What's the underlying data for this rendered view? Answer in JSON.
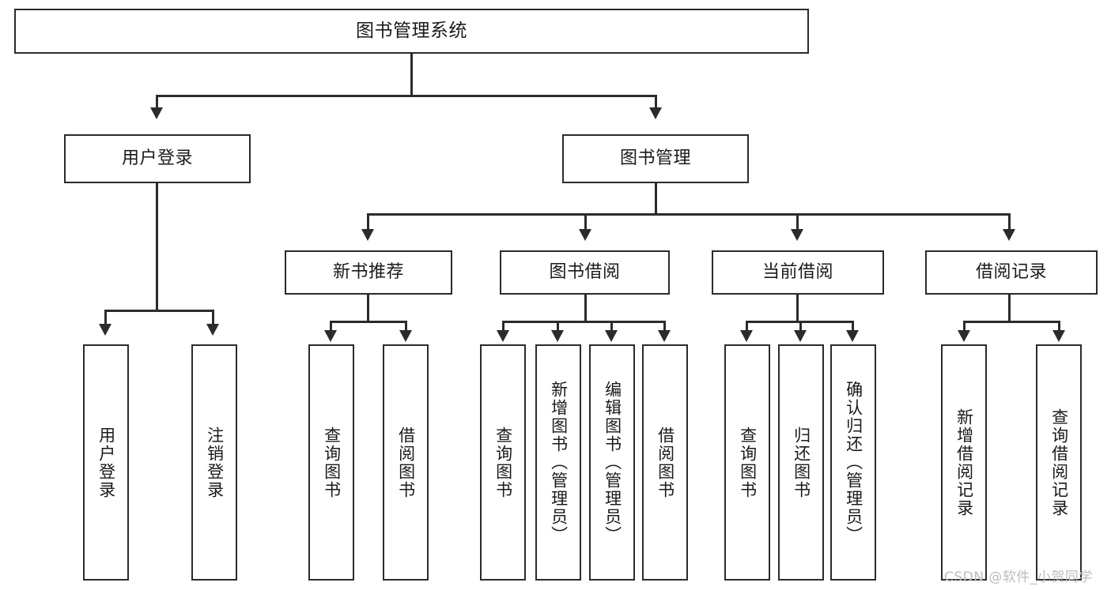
{
  "diagram": {
    "title": "图书管理系统",
    "type": "hierarchy-tree",
    "watermark": "CSDN @软件_小贺同学",
    "accent_color": "#2b2b2b",
    "background_color": "#ffffff",
    "root": {
      "label": "图书管理系统"
    },
    "level2": [
      {
        "label": "用户登录"
      },
      {
        "label": "图书管理"
      }
    ],
    "level3": [
      {
        "label": "新书推荐"
      },
      {
        "label": "图书借阅"
      },
      {
        "label": "当前借阅"
      },
      {
        "label": "借阅记录"
      }
    ],
    "leaves": {
      "user_login": [
        {
          "label": "用户登录"
        },
        {
          "label": "注销登录"
        }
      ],
      "new_book_recommend": [
        {
          "label": "查询图书"
        },
        {
          "label": "借阅图书"
        }
      ],
      "book_borrow": [
        {
          "label": "查询图书"
        },
        {
          "label": "新增图书（管理员）"
        },
        {
          "label": "编辑图书（管理员）"
        },
        {
          "label": "借阅图书"
        }
      ],
      "current_borrow": [
        {
          "label": "查询图书"
        },
        {
          "label": "归还图书"
        },
        {
          "label": "确认归还（管理员）"
        }
      ],
      "borrow_records": [
        {
          "label": "新增借阅记录"
        },
        {
          "label": "查询借阅记录"
        }
      ]
    }
  }
}
